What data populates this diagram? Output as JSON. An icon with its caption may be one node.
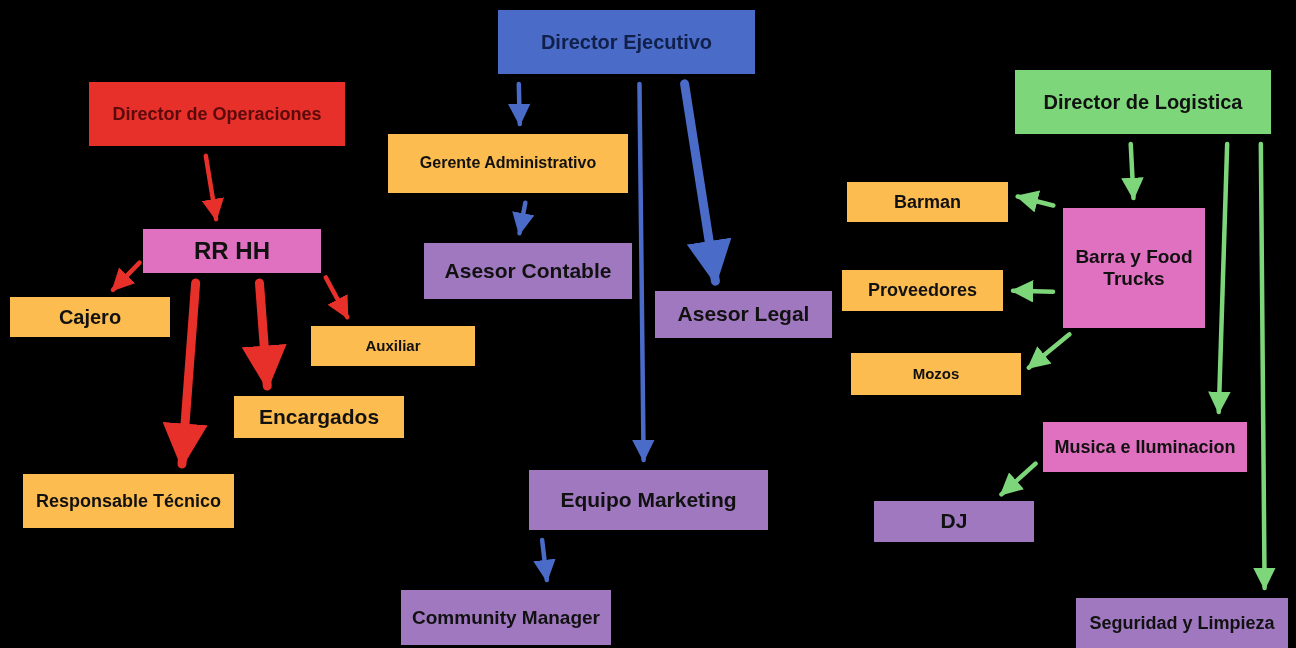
{
  "diagram": {
    "nodes": [
      {
        "text": [
          "Director Ejecutivo"
        ]
      },
      {
        "text": [
          "Director de Operaciones"
        ]
      },
      {
        "text": [
          "Gerente Administrativo"
        ]
      },
      {
        "text": [
          "Director de Logistica"
        ]
      },
      {
        "text": [
          "Barman"
        ]
      },
      {
        "text": [
          "RR HH"
        ]
      },
      {
        "text": [
          "Barra y Food Trucks"
        ]
      },
      {
        "text": [
          "Asesor Contable"
        ]
      },
      {
        "text": [
          "Proveedores"
        ]
      },
      {
        "text": [
          "Cajero"
        ]
      },
      {
        "text": [
          "Asesor Legal"
        ]
      },
      {
        "text": [
          "Auxiliar"
        ]
      },
      {
        "text": [
          "Mozos"
        ]
      },
      {
        "text": [
          "Encargados"
        ]
      },
      {
        "text": [
          "Musica e Iluminacion"
        ]
      },
      {
        "text": [
          "Responsable Técnico"
        ]
      },
      {
        "text": [
          "Equipo Marketing"
        ]
      },
      {
        "text": [
          "DJ"
        ]
      },
      {
        "text": [
          "Community Manager"
        ]
      },
      {
        "text": [
          "Seguridad y Limpieza"
        ]
      }
    ],
    "edges": [
      {
        "from": 0,
        "to": 2,
        "arrow": "to",
        "color": "#4a6cc8"
      },
      {
        "from": 0,
        "to": 16,
        "arrow": "to",
        "color": "#4a6cc8"
      },
      {
        "from": 0,
        "to": 10,
        "arrow": "to",
        "style": "thick",
        "color": "#4a6cc8"
      },
      {
        "from": 2,
        "to": 7,
        "arrow": "to",
        "color": "#4a6cc8"
      },
      {
        "from": 16,
        "to": 18,
        "arrow": "to",
        "color": "#4a6cc8"
      },
      {
        "from": 1,
        "to": 5,
        "arrow": "to",
        "color": "#e8302a"
      },
      {
        "from": 5,
        "to": 9,
        "arrow": "to",
        "color": "#e8302a"
      },
      {
        "from": 5,
        "to": 15,
        "arrow": "to",
        "style": "thick",
        "color": "#e8302a"
      },
      {
        "from": 5,
        "to": 13,
        "arrow": "to",
        "style": "thick",
        "color": "#e8302a"
      },
      {
        "from": 5,
        "to": 11,
        "arrow": "to",
        "color": "#e8302a"
      },
      {
        "from": 3,
        "to": 6,
        "arrow": "to"
      },
      {
        "from": 6,
        "to": 4,
        "arrow": "to"
      },
      {
        "from": 6,
        "to": 8,
        "arrow": "to"
      },
      {
        "from": 6,
        "to": 12,
        "arrow": "to"
      },
      {
        "from": 3,
        "to": 14,
        "arrow": "to"
      },
      {
        "from": 3,
        "to": 19,
        "arrow": "to"
      },
      {
        "from": 14,
        "to": 17,
        "arrow": "to"
      }
    ]
  }
}
